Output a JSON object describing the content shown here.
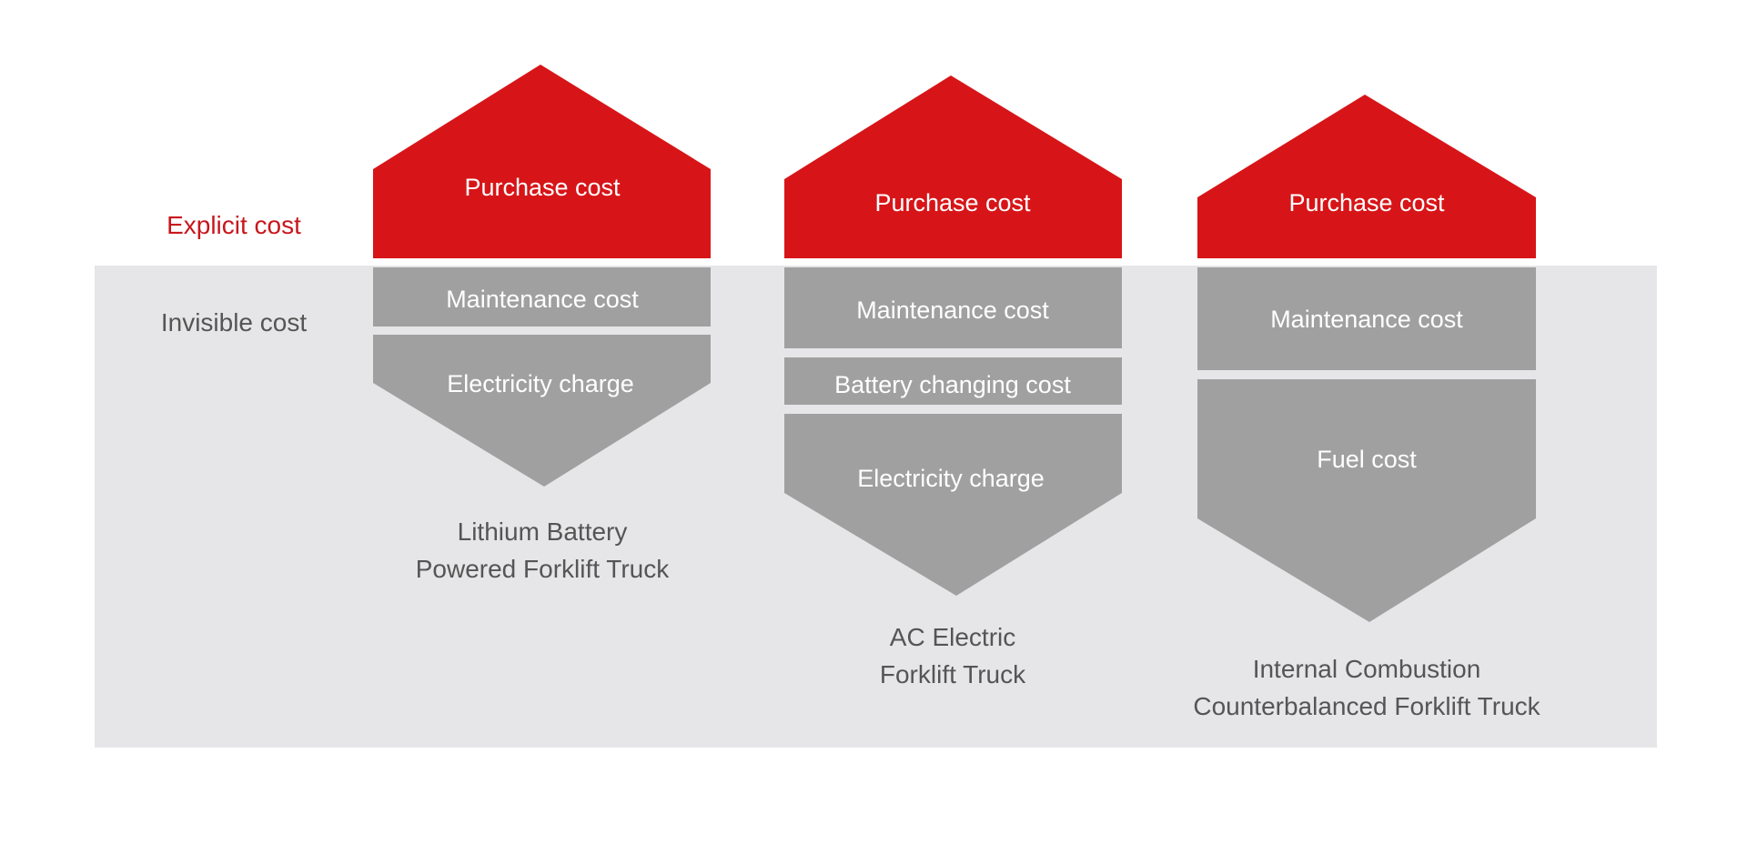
{
  "colors": {
    "explicit": "#d71518",
    "invisible_block": "#a0a0a0",
    "invisible_band": "#e6e6e8",
    "explicit_label": "#c8161d",
    "invisible_label": "#555555"
  },
  "labels": {
    "explicit_cost": "Explicit cost",
    "invisible_cost": "Invisible cost"
  },
  "columns": [
    {
      "id": "lithium",
      "purchase": "Purchase cost",
      "blocks": [
        "Maintenance cost",
        "Electricity charge"
      ],
      "caption": [
        "Lithium Battery",
        "Powered Forklift Truck"
      ]
    },
    {
      "id": "ac-electric",
      "purchase": "Purchase cost",
      "blocks": [
        "Maintenance cost",
        "Battery changing cost",
        "Electricity charge"
      ],
      "caption": [
        "AC Electric",
        "Forklift Truck"
      ]
    },
    {
      "id": "internal-combustion",
      "purchase": "Purchase cost",
      "blocks": [
        "Maintenance cost",
        "Fuel cost"
      ],
      "caption": [
        "Internal Combustion",
        "Counterbalanced Forklift Truck"
      ]
    }
  ]
}
